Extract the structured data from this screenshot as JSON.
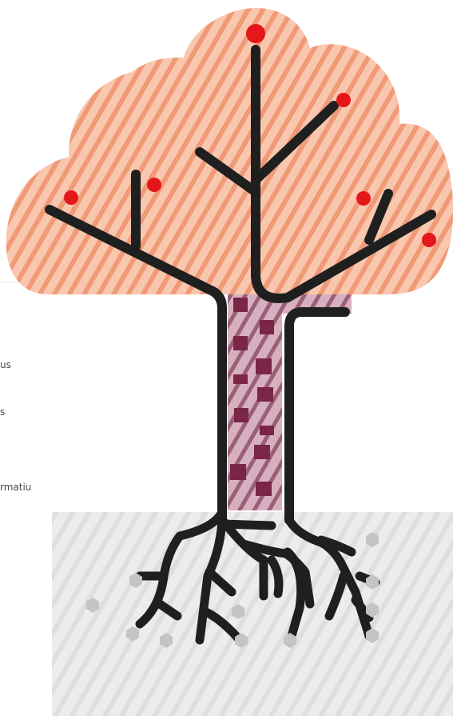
{
  "side_panel": {
    "fragments": [
      "us",
      "s",
      "rmatiu"
    ]
  },
  "colors": {
    "crown_base": "#f8c7ae",
    "crown_stripe": "#f09a78",
    "trunk_base": "#d7b0bf",
    "trunk_stripe": "#9a5f78",
    "trunk_block": "#7b2647",
    "ground_base": "#ececec",
    "ground_stripe": "#dadada",
    "stone": "#c4c4c4",
    "fruit": "#e5161a",
    "branch": "#1f1f1f"
  },
  "icons": [
    "apple-fruit-icon",
    "stone-hexagon-icon"
  ]
}
